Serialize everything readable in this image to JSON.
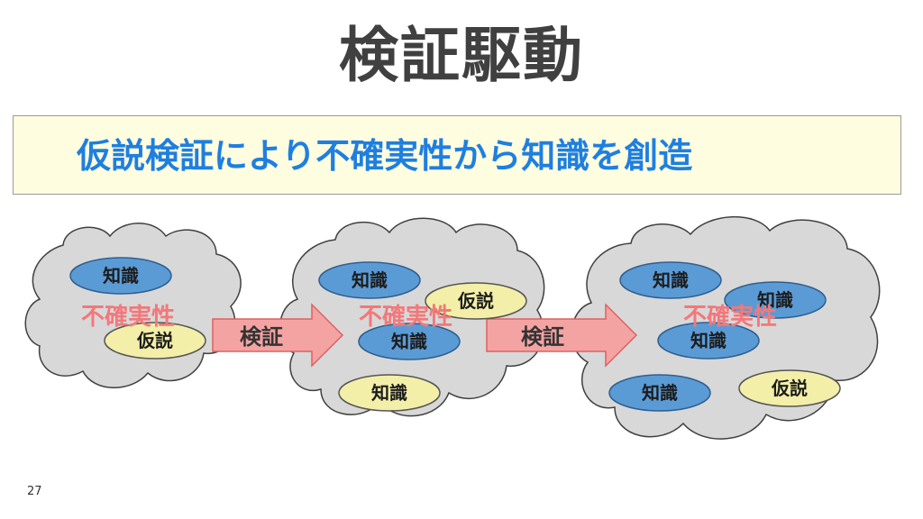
{
  "slide": {
    "title": "検証駆動",
    "subtitle_part1": "仮説検証により",
    "subtitle_part2": "不確実性から知識を創造",
    "page_number": "27"
  },
  "colors": {
    "subtitle_blue": "#1e7fe0",
    "knowledge_fill": "#5b9bd5",
    "hypothesis_fill": "#f3efa8",
    "uncertainty_text": "#f2787a",
    "arrow_fill": "#f4a3a3",
    "cloud_fill": "#d8d8d8"
  },
  "diagram": {
    "stages": [
      {
        "uncertainty": "不確実性",
        "items": [
          {
            "kind": "knowledge",
            "label": "知識"
          },
          {
            "kind": "hypothesis",
            "label": "仮説"
          }
        ]
      },
      {
        "uncertainty": "不確実性",
        "items": [
          {
            "kind": "knowledge",
            "label": "知識"
          },
          {
            "kind": "hypothesis",
            "label": "仮説"
          },
          {
            "kind": "knowledge",
            "label": "知識"
          },
          {
            "kind": "hypothesis",
            "label": "知識"
          }
        ]
      },
      {
        "uncertainty": "不確実性",
        "items": [
          {
            "kind": "knowledge",
            "label": "知識"
          },
          {
            "kind": "knowledge",
            "label": "知識"
          },
          {
            "kind": "knowledge",
            "label": "知識"
          },
          {
            "kind": "knowledge",
            "label": "知識"
          },
          {
            "kind": "hypothesis",
            "label": "仮説"
          }
        ]
      }
    ],
    "arrows": [
      {
        "label": "検証"
      },
      {
        "label": "検証"
      }
    ]
  }
}
